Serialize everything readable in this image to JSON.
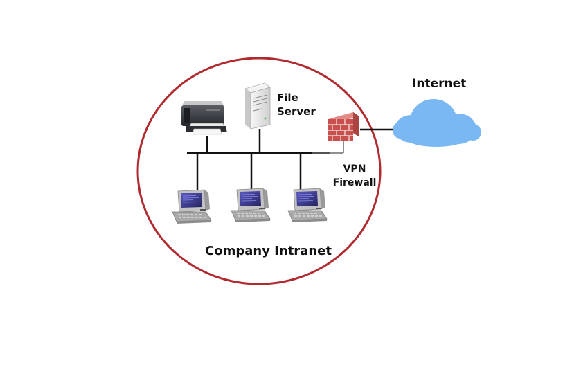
{
  "labels": {
    "file_server": [
      "File",
      "Server"
    ],
    "internet": "Internet",
    "vpn_firewall": [
      "VPN",
      "Firewall"
    ],
    "intranet": "Company Intranet"
  },
  "colors": {
    "boundary": "#b02a2f",
    "cloud": "#79b8f2",
    "brick": "#c9504c",
    "mortar": "#f0d6d2",
    "line": "#111111",
    "server": "#ececec",
    "printer": "#3a3d42",
    "monitor_screen": "#3b3a8c",
    "terminal_body": "#b7b7b7"
  },
  "icons": [
    "printer-icon",
    "file-server-icon",
    "firewall-icon",
    "cloud-icon",
    "computer-icon"
  ]
}
